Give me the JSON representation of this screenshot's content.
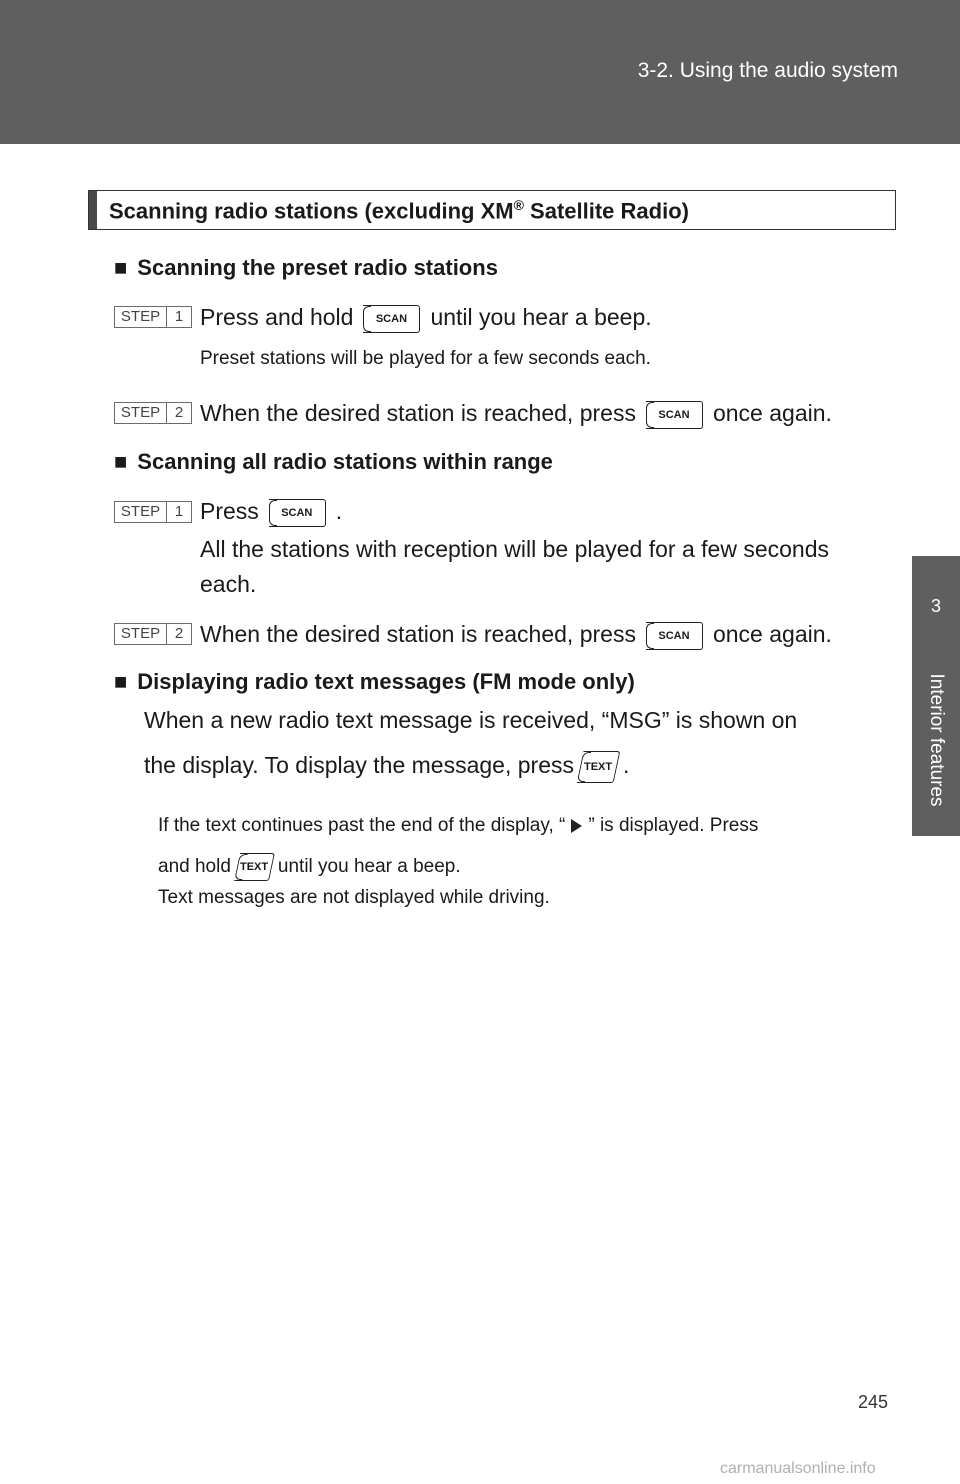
{
  "header": {
    "section_title": "3-2. Using the audio system"
  },
  "side_tab": {
    "chapter_number": "3",
    "chapter_label": "Interior features"
  },
  "section": {
    "title_pre": "Scanning radio stations (excluding XM",
    "title_sup": "®",
    "title_post": " Satellite Radio)"
  },
  "subsections": [
    {
      "bullet": "■",
      "title": "Scanning the preset radio stations"
    },
    {
      "bullet": "■",
      "title": "Scanning all radio stations within range"
    },
    {
      "bullet": "■",
      "title": "Displaying radio text messages (FM mode only)"
    }
  ],
  "steps": [
    {
      "label": "STEP",
      "number": "1",
      "text_before": "Press and hold",
      "button": "SCAN",
      "text_after": "until you hear a beep.",
      "note": "Preset stations will be played for a few seconds each."
    },
    {
      "label": "STEP",
      "number": "2",
      "text_before": "When the desired station is reached, press",
      "button": "SCAN",
      "text_after": "once again."
    },
    {
      "label": "STEP",
      "number": "1",
      "text_before": "Press",
      "button": "SCAN",
      "text_after": ".",
      "line2": "All the stations with reception will be played for a few seconds",
      "line3": "each."
    },
    {
      "label": "STEP",
      "number": "2",
      "text_before": "When the desired station is reached, press",
      "button": "SCAN",
      "text_after": "once again."
    }
  ],
  "text_message": {
    "line1": "When a new radio text message is received, “MSG” is shown on",
    "line2_before": "the display. To display the message, press",
    "button": "TEXT",
    "line2_after": ".",
    "note1_before": "If the text continues past the end of the display, “",
    "note1_after": "” is displayed. Press",
    "note2_before": "and hold",
    "note2_after": "until you hear a beep.",
    "note3": "Text messages are not displayed while driving."
  },
  "footer": {
    "page_number": "245",
    "watermark": "carmanualsonline.info"
  },
  "colors": {
    "header_bg": "#5f5f5f",
    "text": "#1a1a1a"
  }
}
